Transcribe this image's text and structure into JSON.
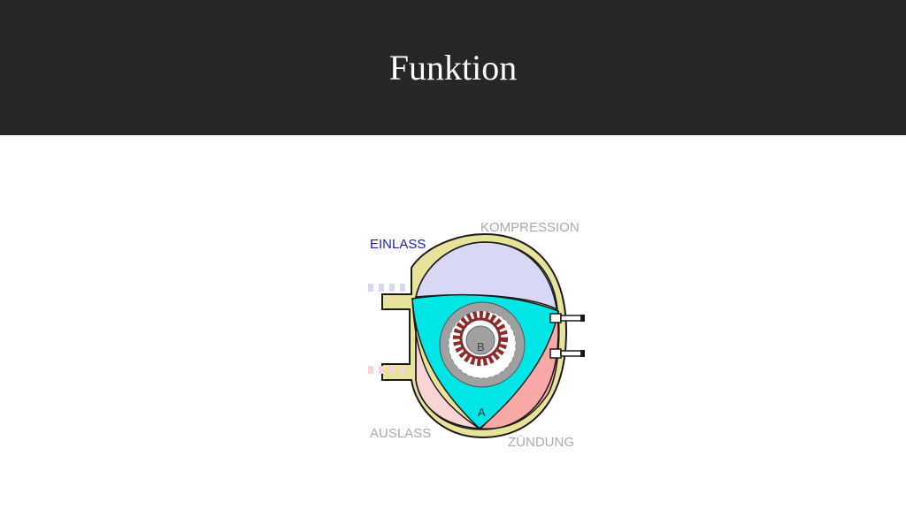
{
  "slide": {
    "title": "Funktion"
  },
  "diagram": {
    "labels": {
      "intake": "EINLASS",
      "compression": "KOMPRESSION",
      "exhaust": "AUSLASS",
      "ignition": "ZÜNDUNG",
      "rotor_apex": "A",
      "eccentric_shaft": "B"
    },
    "colors": {
      "intake_label": "#1a1acc",
      "inactive_label": "#aaaaaa",
      "housing": "#e8e39a",
      "housing_stroke": "#1a1a1a",
      "intake_chamber": "#d8d8f5",
      "rotor": "#00e5e5",
      "compression_chamber": "#f9a8a8",
      "exhaust_chamber": "#fad4d4",
      "gear": "#8b2b2b",
      "shaft": "#a0a0a0"
    }
  }
}
